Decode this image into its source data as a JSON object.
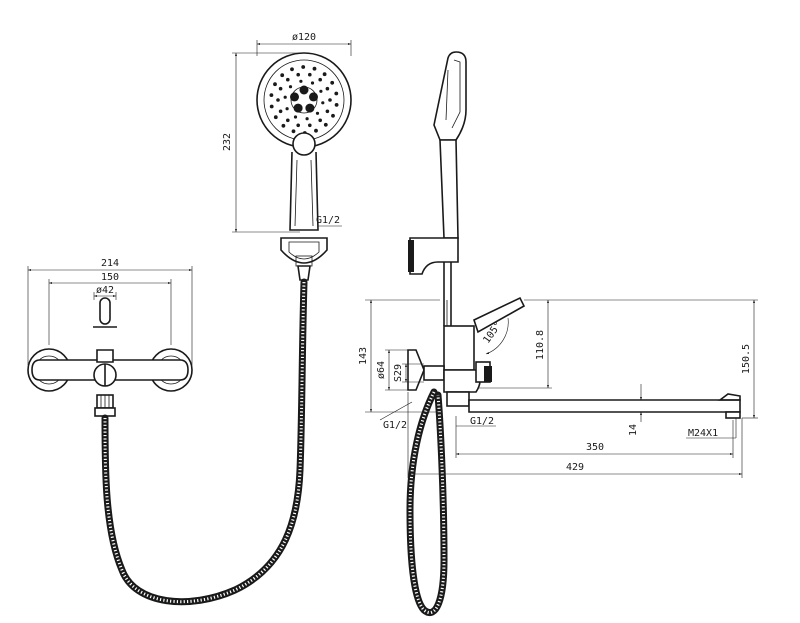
{
  "dimensions": {
    "head_diameter": "ø120",
    "shower_length": "232",
    "holder_thread": "G1/2",
    "body_width": "214",
    "centers": "150",
    "handle_diameter": "ø42",
    "height_143": "143",
    "base_diameter": "ø64",
    "thread_s29": "S29",
    "inlet_thread_left": "G1/2",
    "inlet_thread_right": "G1/2",
    "angle": "105°",
    "height_110": "110.8",
    "height_150": "150.5",
    "spout_offset": "14",
    "nozzle_thread": "M24X1",
    "spout_reach": "350",
    "total_reach": "429"
  }
}
